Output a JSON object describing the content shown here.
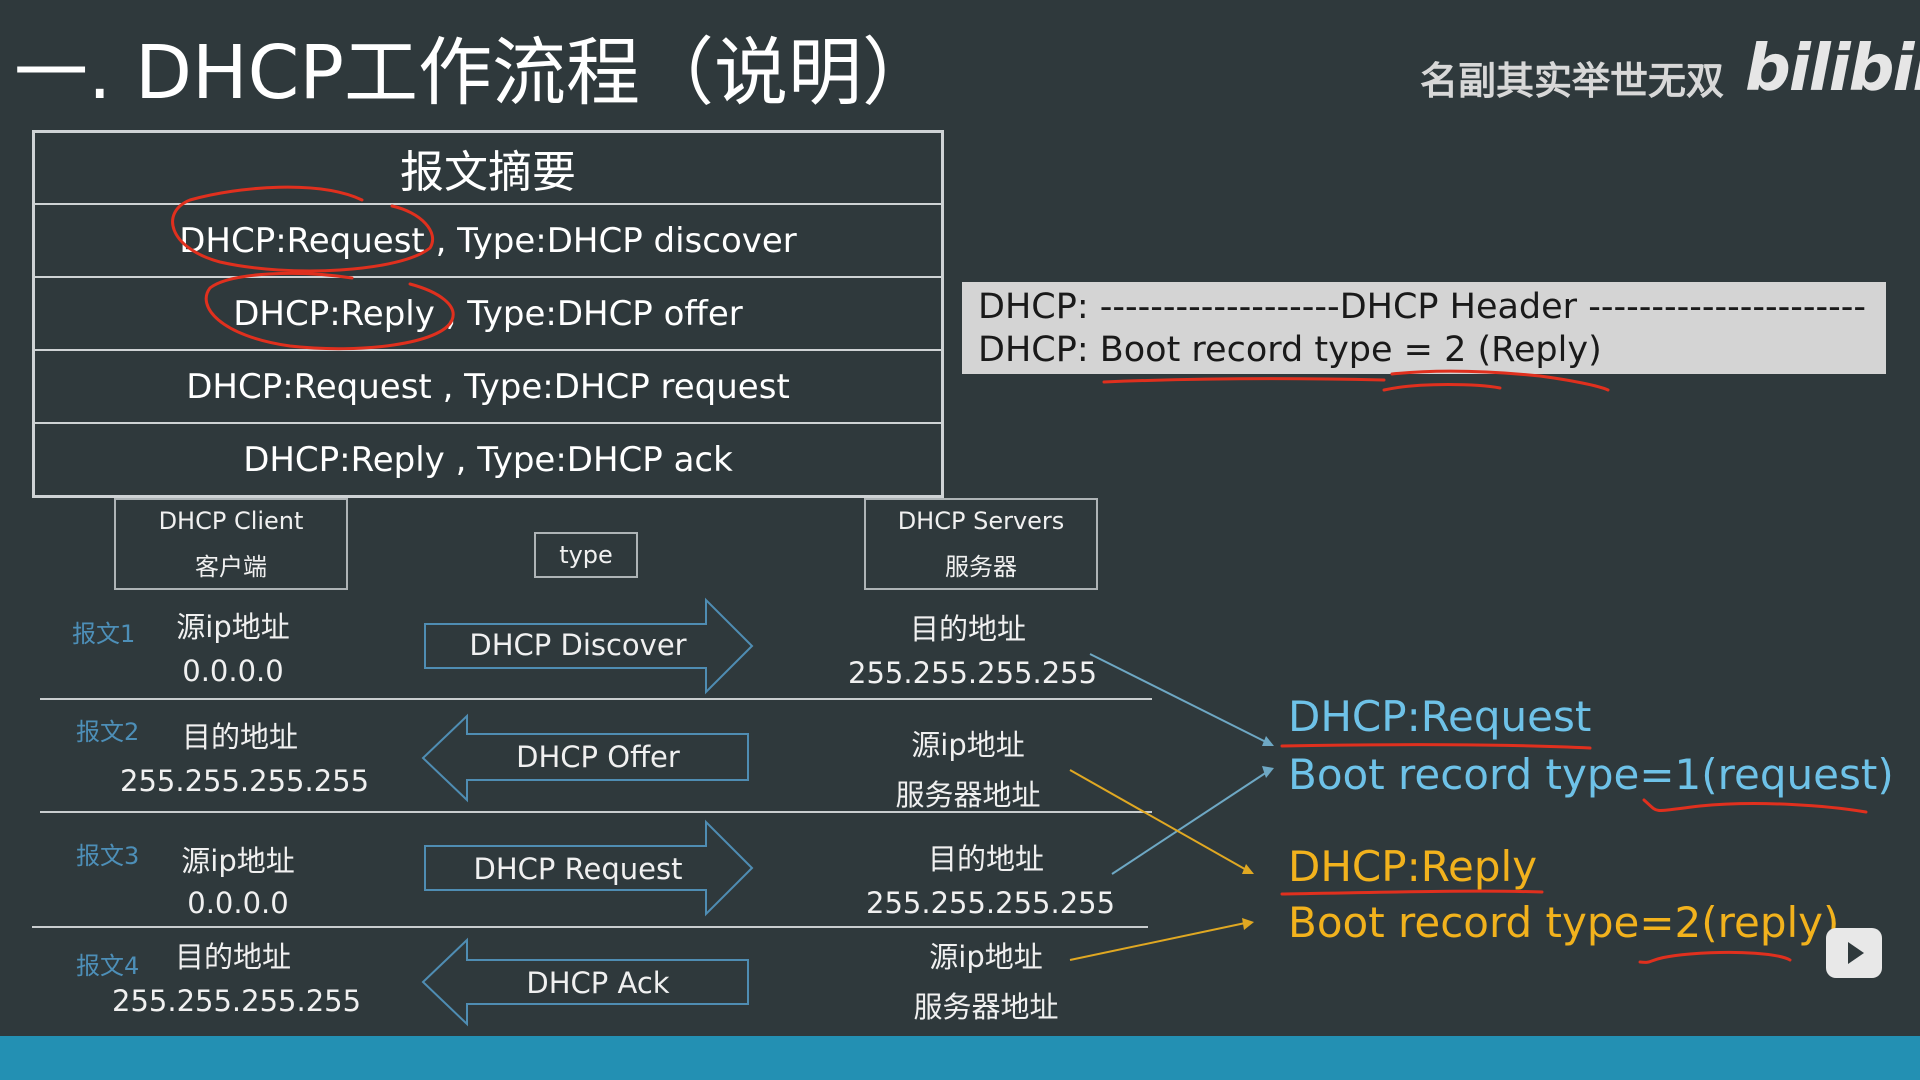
{
  "title": "一. DHCP工作流程（说明）",
  "watermark": "名副其实举世无双",
  "logo": "bilibili",
  "summary": {
    "header": "报文摘要",
    "rows": [
      "DHCP:Request , Type:DHCP discover",
      "DHCP:Reply , Type:DHCP offer",
      "DHCP:Request , Type:DHCP request",
      "DHCP:Reply , Type:DHCP ack"
    ]
  },
  "header_box": {
    "line1": "DHCP: -------------------DHCP Header ----------------------",
    "line2": "DHCP: Boot record type = 2 (Reply)"
  },
  "client_box": {
    "line1": "DHCP Client",
    "line2": "客户端"
  },
  "type_box": "type",
  "server_box": {
    "line1": "DHCP Servers",
    "line2": "服务器"
  },
  "messages": [
    {
      "label": "报文1",
      "left_top": "源ip地址",
      "left_bottom": "0.0.0.0",
      "arrow": "DHCP Discover",
      "direction": "right",
      "right_top": "目的地址",
      "right_bottom": "255.255.255.255"
    },
    {
      "label": "报文2",
      "left_top": "目的地址",
      "left_bottom": "255.255.255.255",
      "arrow": "DHCP Offer",
      "direction": "left",
      "right_top": "源ip地址",
      "right_bottom": "服务器地址"
    },
    {
      "label": "报文3",
      "left_top": "源ip地址",
      "left_bottom": "0.0.0.0",
      "arrow": "DHCP Request",
      "direction": "right",
      "right_top": "目的地址",
      "right_bottom": "255.255.255.255"
    },
    {
      "label": "报文4",
      "left_top": "目的地址",
      "left_bottom": "255.255.255.255",
      "arrow": "DHCP Ack",
      "direction": "left",
      "right_top": "源ip地址",
      "right_bottom": "服务器地址"
    }
  ],
  "notes": {
    "request_title": "DHCP:Request",
    "request_detail": "Boot record type=1(request)",
    "reply_title": "DHCP:Reply",
    "reply_detail": "Boot record type=2(reply)"
  },
  "colors": {
    "background": "#2f393c",
    "blue_text": "#6ec2e8",
    "orange_text": "#f2b21d",
    "annotation_red": "#e0301e",
    "bottom_bar": "#2390b3"
  },
  "icons": [
    "play-icon"
  ]
}
